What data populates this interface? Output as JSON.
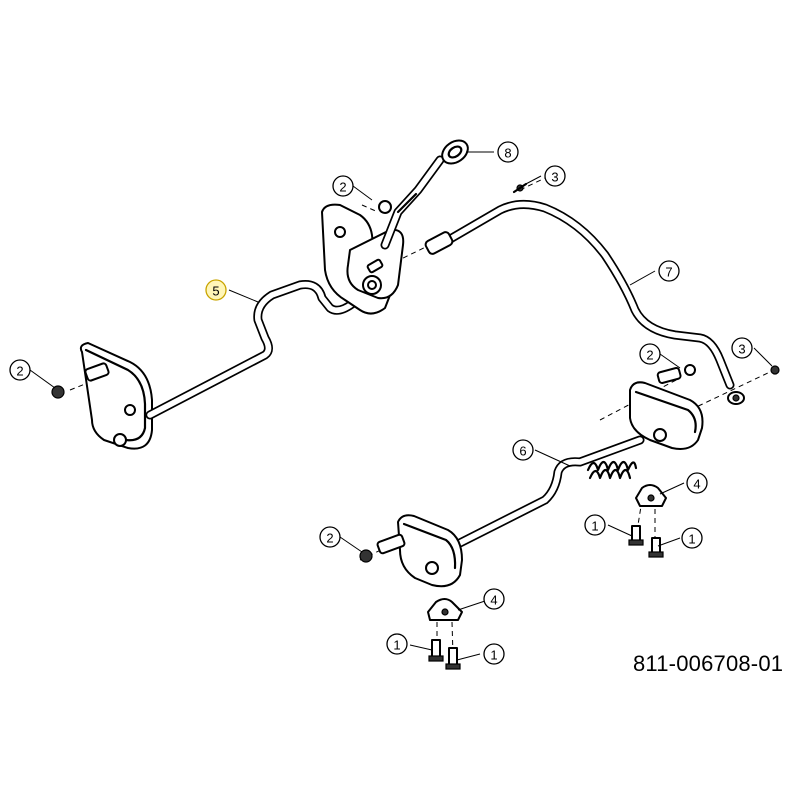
{
  "diagram": {
    "part_number": "811-006708-01",
    "callouts": [
      {
        "id": "callout-1a",
        "label": "1"
      },
      {
        "id": "callout-1b",
        "label": "1"
      },
      {
        "id": "callout-1c",
        "label": "1"
      },
      {
        "id": "callout-1d",
        "label": "1"
      },
      {
        "id": "callout-2a",
        "label": "2"
      },
      {
        "id": "callout-2b",
        "label": "2"
      },
      {
        "id": "callout-2c",
        "label": "2"
      },
      {
        "id": "callout-2d",
        "label": "2"
      },
      {
        "id": "callout-3a",
        "label": "3"
      },
      {
        "id": "callout-3b",
        "label": "3"
      },
      {
        "id": "callout-4a",
        "label": "4"
      },
      {
        "id": "callout-4b",
        "label": "4"
      },
      {
        "id": "callout-5",
        "label": "5"
      },
      {
        "id": "callout-6",
        "label": "6"
      },
      {
        "id": "callout-7",
        "label": "7"
      },
      {
        "id": "callout-8",
        "label": "8"
      }
    ],
    "highlight_color": "#fff6b8"
  }
}
